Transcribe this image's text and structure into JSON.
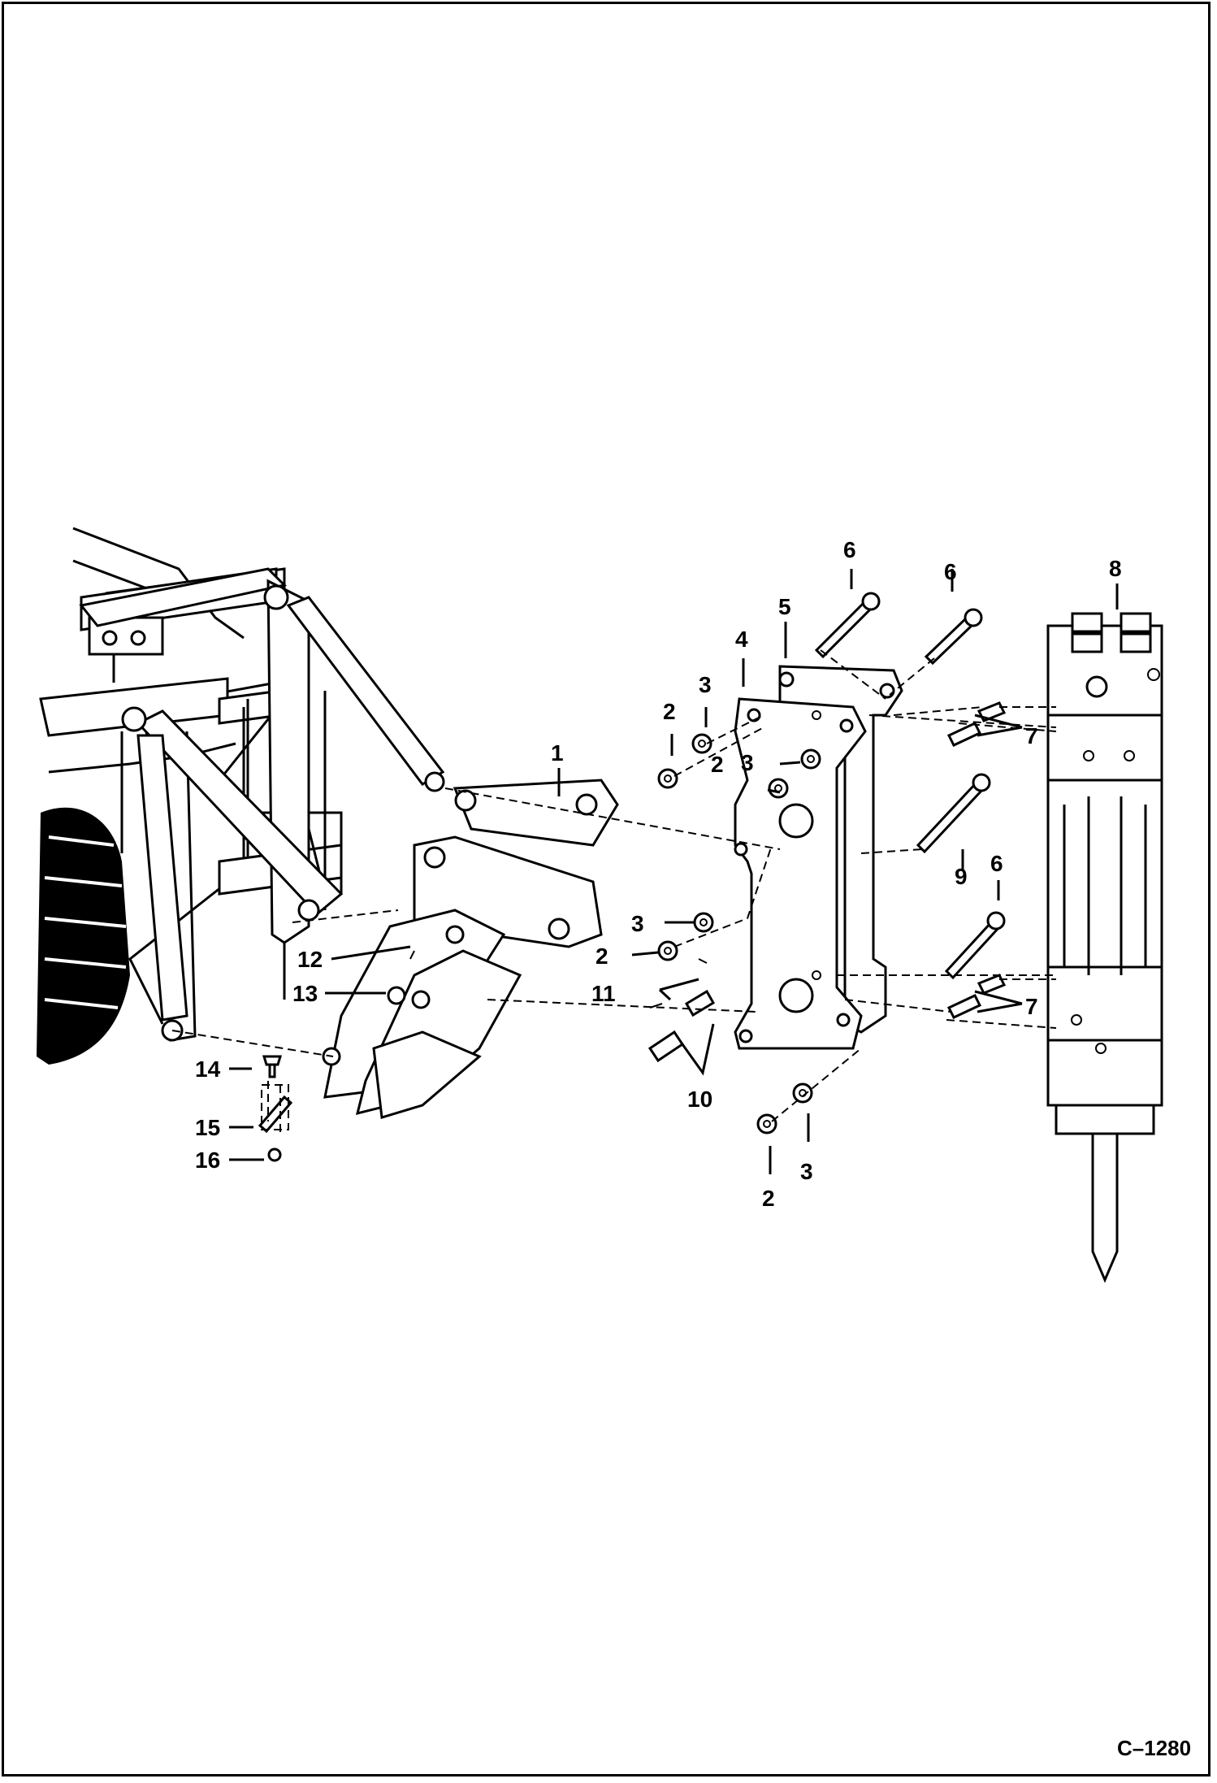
{
  "diagram": {
    "figure_ref": "C–1280",
    "callouts": {
      "c1": "1",
      "c2a": "2",
      "c2b": "2",
      "c2c": "2",
      "c2d": "2",
      "c3a": "3",
      "c3b": "3",
      "c3c": "3",
      "c3d": "3",
      "c4": "4",
      "c5": "5",
      "c6a": "6",
      "c6b": "6",
      "c6c": "6",
      "c7a": "7",
      "c7b": "7",
      "c8": "8",
      "c9": "9",
      "c10": "10",
      "c11": "11",
      "c12": "12",
      "c13": "13",
      "c14": "14",
      "c15": "15",
      "c16": "16"
    }
  }
}
